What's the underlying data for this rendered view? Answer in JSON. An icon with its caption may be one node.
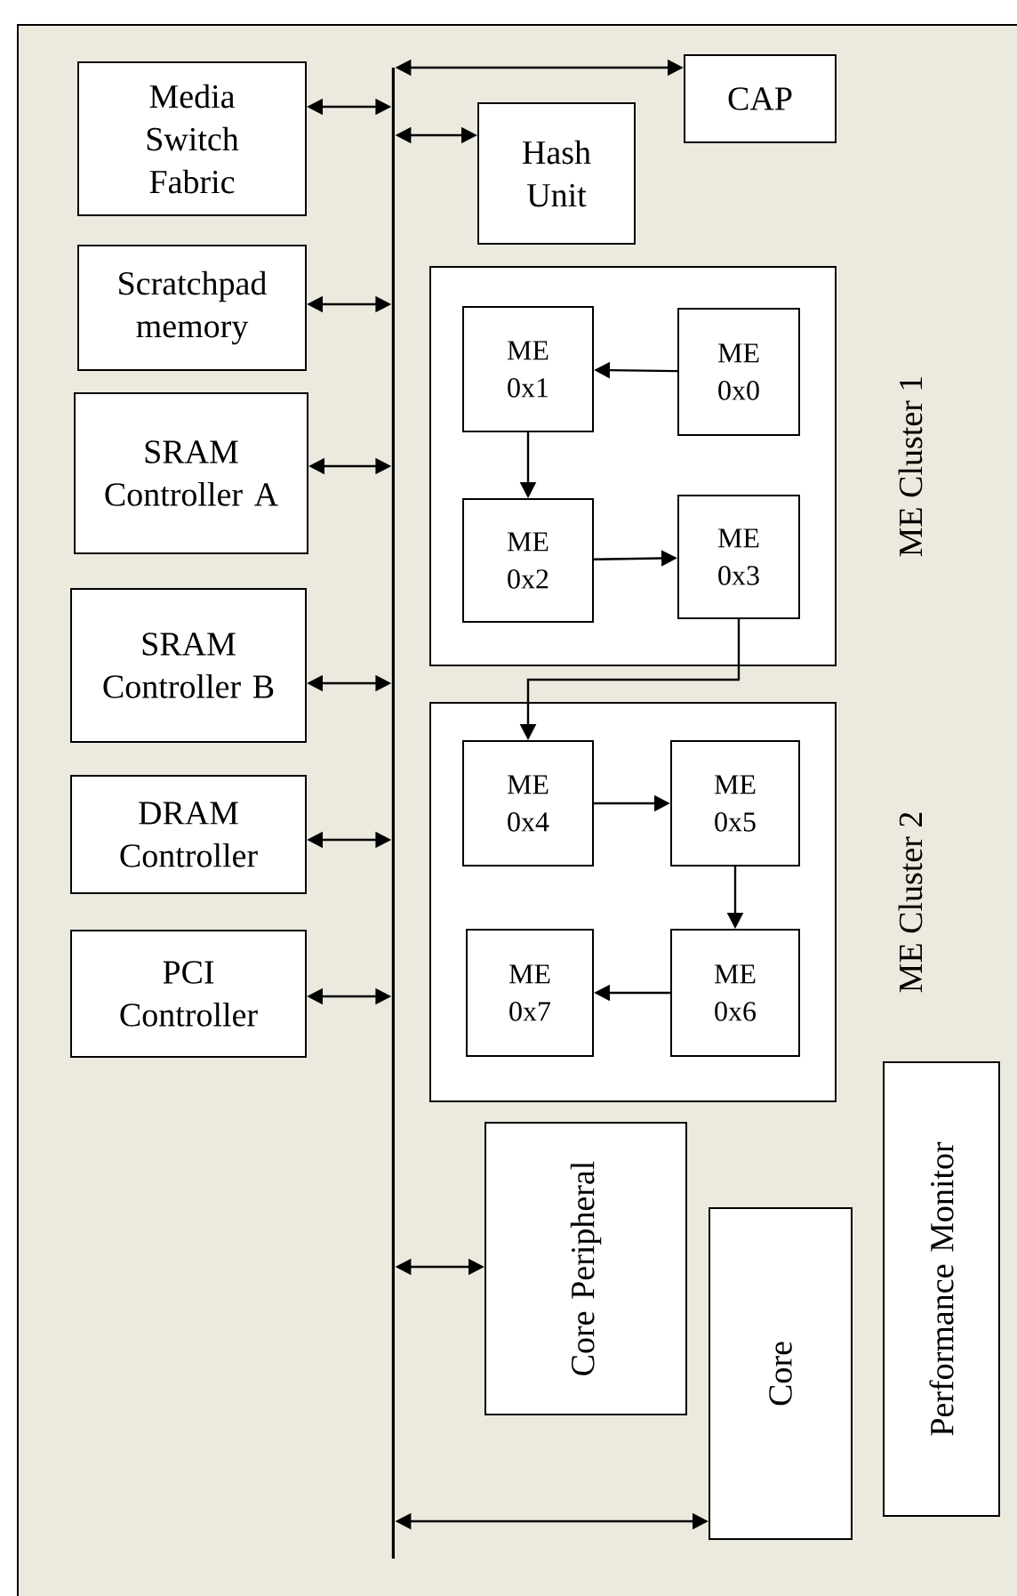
{
  "diagram": {
    "nodes": [
      {
        "text": [
          "Media Switch Fabric"
        ]
      },
      {
        "text": [],
        "shape": "bar"
      },
      {
        "text": [
          "CAP"
        ]
      },
      {
        "text": [
          "Hash Unit"
        ]
      },
      {
        "text": [
          "Scratchpad memory"
        ]
      },
      {
        "text": [
          "ME Cluster 1"
        ]
      },
      {
        "text": [
          "ME 0x1"
        ],
        "in": 5
      },
      {
        "text": [
          "ME 0x0"
        ],
        "in": 5
      },
      {
        "text": [
          "SRAM Controller A"
        ]
      },
      {
        "text": [
          "ME 0x2"
        ],
        "in": 5
      },
      {
        "text": [
          "ME 0x3"
        ],
        "in": 5
      },
      {
        "text": [
          "SRAM Controller B"
        ]
      },
      {
        "text": [
          "ME Cluster 2"
        ]
      },
      {
        "text": [
          "ME 0x4"
        ],
        "in": 12
      },
      {
        "text": [
          "ME 0x5"
        ],
        "in": 12
      },
      {
        "text": [
          "DRAM Controller"
        ]
      },
      {
        "text": [
          "ME 0x7"
        ],
        "in": 12
      },
      {
        "text": [
          "ME 0x6"
        ],
        "in": 12
      },
      {
        "text": [
          "PCI Controller"
        ]
      },
      {
        "text": [
          "Performance Monitor"
        ]
      },
      {
        "text": [
          "Core Peripheral"
        ]
      },
      {
        "text": [
          "Core"
        ]
      }
    ],
    "edges": [
      {
        "from": 0,
        "to": 1,
        "arrow": "both"
      },
      {
        "from": 1,
        "to": 2,
        "arrow": "both"
      },
      {
        "from": 1,
        "to": 3,
        "arrow": "both"
      },
      {
        "from": 4,
        "to": 1,
        "arrow": "both"
      },
      {
        "from": 8,
        "to": 1,
        "arrow": "both"
      },
      {
        "from": 11,
        "to": 1,
        "arrow": "both"
      },
      {
        "from": 15,
        "to": 1,
        "arrow": "both"
      },
      {
        "from": 18,
        "to": 1,
        "arrow": "both"
      },
      {
        "from": 1,
        "to": 20,
        "arrow": "both"
      },
      {
        "from": 1,
        "to": 21,
        "arrow": "both"
      },
      {
        "from": 7,
        "to": 6,
        "arrow": "to"
      },
      {
        "from": 6,
        "to": 9,
        "arrow": "to"
      },
      {
        "from": 9,
        "to": 10,
        "arrow": "to"
      },
      {
        "from": 10,
        "to": 13,
        "arrow": "to"
      },
      {
        "from": 13,
        "to": 14,
        "arrow": "to"
      },
      {
        "from": 14,
        "to": 17,
        "arrow": "to"
      },
      {
        "from": 17,
        "to": 16,
        "arrow": "to"
      }
    ]
  }
}
